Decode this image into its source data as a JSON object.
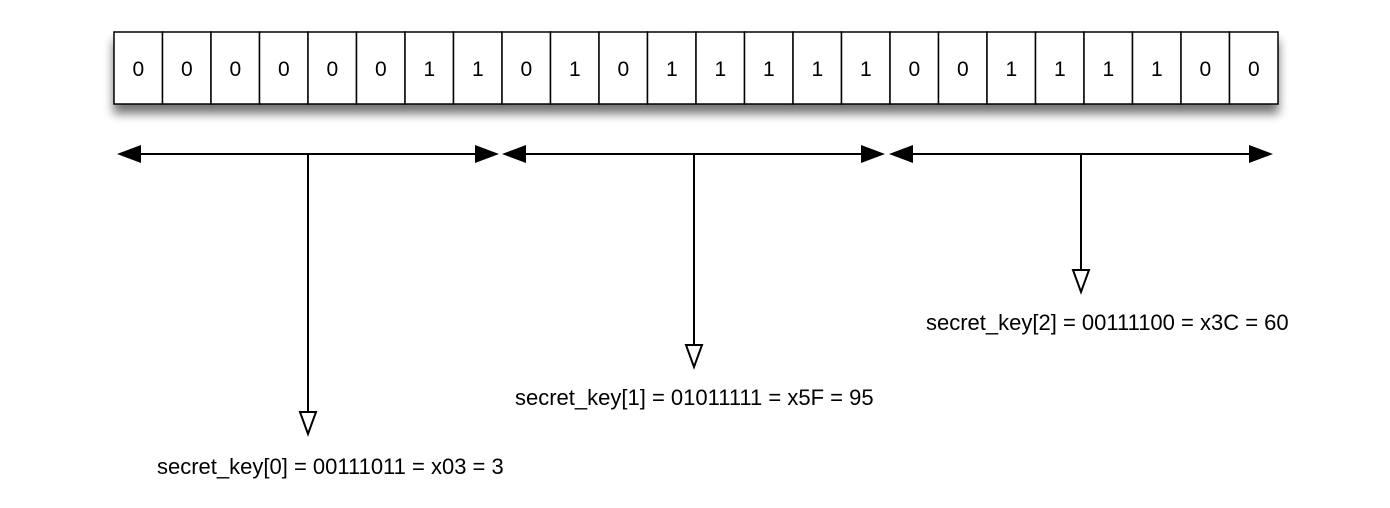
{
  "bits": [
    "0",
    "0",
    "0",
    "0",
    "0",
    "0",
    "1",
    "1",
    "0",
    "1",
    "0",
    "1",
    "1",
    "1",
    "1",
    "1",
    "0",
    "0",
    "1",
    "1",
    "1",
    "1",
    "0",
    "0"
  ],
  "keys": [
    {
      "label": "secret_key[0] = 00111011 = x03 = 3"
    },
    {
      "label": "secret_key[1] = 01011111 = x5F = 95"
    },
    {
      "label": "secret_key[2] = 00111100 = x3C = 60"
    }
  ],
  "colors": {
    "stroke": "#000000",
    "cell_fill": "#ffffff",
    "shadow": "#555555"
  }
}
